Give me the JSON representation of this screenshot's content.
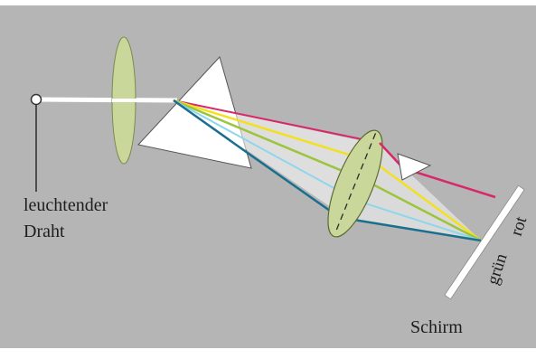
{
  "labels": {
    "source_line1": "leuchtender",
    "source_line2": "Draht",
    "screen": "Schirm",
    "green": "grün",
    "red": "rot"
  },
  "colors": {
    "background": "#b5b5b5",
    "lens": "#c9d89a",
    "prism": "#ffffff",
    "screen": "#ffffff",
    "ray_magenta": "#d8286a",
    "ray_yellow": "#f2e021",
    "ray_green": "#9cc43c",
    "ray_cyan": "#8fd6ec",
    "ray_blue": "#1a6f8e"
  }
}
